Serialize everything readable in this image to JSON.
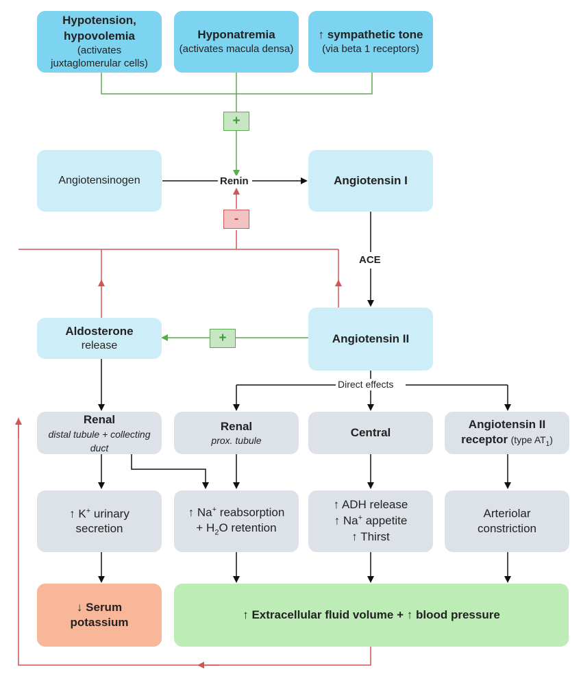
{
  "inputs": {
    "hypotension": {
      "title": "Hypotension, hypovolemia",
      "sub": "(activates juxtaglomerular cells)"
    },
    "hyponatremia": {
      "title": "Hyponatremia",
      "sub": "(activates macula densa)"
    },
    "sympathetic": {
      "title": "↑ sympathetic tone",
      "sub": "(via beta 1 receptors)"
    }
  },
  "signs": {
    "plus": "+",
    "minus": "-"
  },
  "main": {
    "angiotensinogen": "Angiotensinogen",
    "renin": "Renin",
    "angiotensin1": "Angiotensin I",
    "ace": "ACE",
    "angiotensin2": "Angiotensin II",
    "aldosterone_title": "Aldosterone",
    "aldosterone_sub": "release",
    "direct_effects": "Direct effects"
  },
  "effects": {
    "renal_distal": {
      "title": "Renal",
      "sub": "distal tubule + collecting duct"
    },
    "renal_prox": {
      "title": "Renal",
      "sub": "prox. tubule"
    },
    "central": {
      "title": "Central"
    },
    "receptor": {
      "title_bold": "Angiotensin II",
      "title_bold2": "receptor",
      "sub": "(type AT",
      "sub_num": "1",
      "sub_end": ")"
    }
  },
  "outcomes": {
    "k_secretion": {
      "pre": "↑ K",
      "sup": "+",
      "post": " urinary",
      "line2": "secretion"
    },
    "na_reabsorption": {
      "pre": "↑ Na",
      "sup": "+",
      "post": " reabsorption",
      "line2_pre": "+ H",
      "line2_sub": "2",
      "line2_post": "O retention"
    },
    "adh": {
      "line1": "↑ ADH release",
      "line2_pre": "↑ Na",
      "line2_sup": "+",
      "line2_post": " appetite",
      "line3": "↑ Thirst"
    },
    "arteriolar": {
      "line1": "Arteriolar",
      "line2": "constriction"
    }
  },
  "results": {
    "serum_potassium": {
      "line1": "↓ Serum",
      "line2": "potassium"
    },
    "ecf_part1": "↑ Extracellular fluid volume",
    "ecf_plus": "+",
    "ecf_part2": "↑ blood pressure"
  },
  "colors": {
    "input_blue": "#7dd4f0",
    "light_blue": "#cdeef8",
    "grey": "#dde1e8",
    "orange": "#f9b79a",
    "green": "#bdecb6",
    "green_line": "#5aaa4e",
    "red_line": "#d05555",
    "black_line": "#111111"
  }
}
